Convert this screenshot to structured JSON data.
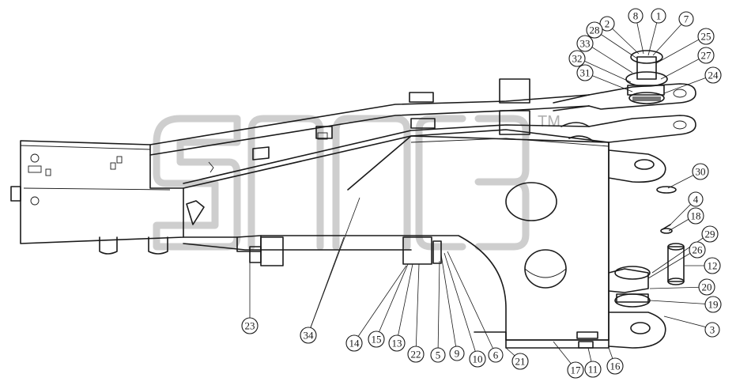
{
  "watermark": {
    "tm_mark": "TM"
  },
  "callouts": [
    {
      "id": "1",
      "label": "1"
    },
    {
      "id": "2",
      "label": "2"
    },
    {
      "id": "3",
      "label": "3"
    },
    {
      "id": "4",
      "label": "4"
    },
    {
      "id": "5",
      "label": "5"
    },
    {
      "id": "6",
      "label": "6"
    },
    {
      "id": "7",
      "label": "7"
    },
    {
      "id": "8",
      "label": "8"
    },
    {
      "id": "9",
      "label": "9"
    },
    {
      "id": "10",
      "label": "10"
    },
    {
      "id": "11",
      "label": "11"
    },
    {
      "id": "12",
      "label": "12"
    },
    {
      "id": "13",
      "label": "13"
    },
    {
      "id": "14",
      "label": "14"
    },
    {
      "id": "15",
      "label": "15"
    },
    {
      "id": "16",
      "label": "16"
    },
    {
      "id": "17",
      "label": "17"
    },
    {
      "id": "18",
      "label": "18"
    },
    {
      "id": "19",
      "label": "19"
    },
    {
      "id": "20",
      "label": "20"
    },
    {
      "id": "21",
      "label": "21"
    },
    {
      "id": "22",
      "label": "22"
    },
    {
      "id": "23",
      "label": "23"
    },
    {
      "id": "24",
      "label": "24"
    },
    {
      "id": "25",
      "label": "25"
    },
    {
      "id": "26",
      "label": "26"
    },
    {
      "id": "27",
      "label": "27"
    },
    {
      "id": "28",
      "label": "28"
    },
    {
      "id": "29",
      "label": "29"
    },
    {
      "id": "30",
      "label": "30"
    },
    {
      "id": "31",
      "label": "31"
    },
    {
      "id": "32",
      "label": "32"
    },
    {
      "id": "33",
      "label": "33"
    },
    {
      "id": "34",
      "label": "34"
    }
  ]
}
